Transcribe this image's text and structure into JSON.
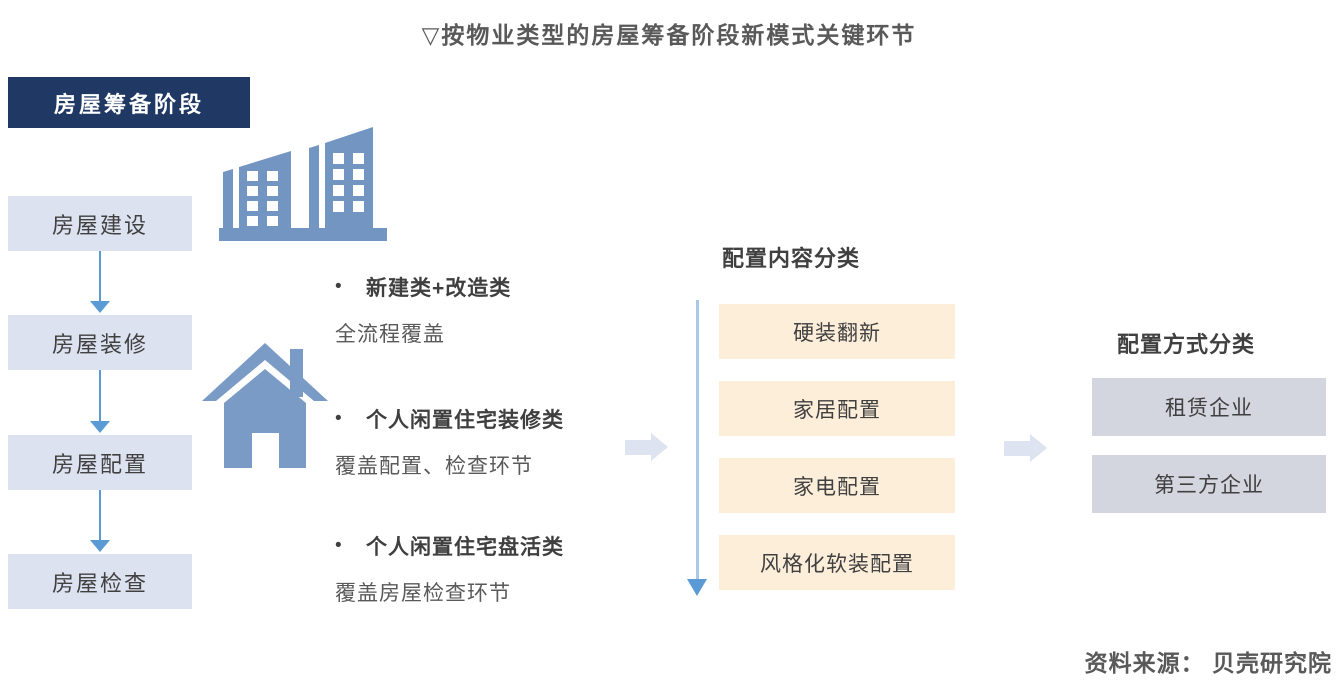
{
  "title": "▽按物业类型的房屋筹备阶段新模式关键环节",
  "bullet_char": "•",
  "stage_column": {
    "header": "房屋筹备阶段",
    "stages": [
      "房屋建设",
      "房屋装修",
      "房屋配置",
      "房屋检查"
    ]
  },
  "property_types": [
    {
      "title": "新建类+改造类",
      "desc": "全流程覆盖"
    },
    {
      "title": "个人闲置住宅装修类",
      "desc": "覆盖配置、检查环节"
    },
    {
      "title": "个人闲置住宅盘活类",
      "desc": "覆盖房屋检查环节"
    }
  ],
  "content_column": {
    "header": "配置内容分类",
    "items": [
      "硬装翻新",
      "家居配置",
      "家电配置",
      "风格化软装配置"
    ]
  },
  "method_column": {
    "header": "配置方式分类",
    "items": [
      "租赁企业",
      "第三方企业"
    ]
  },
  "source": "资料来源： 贝壳研究院",
  "icons": {
    "buildings": "buildings-icon",
    "house": "house-icon",
    "down_arrow": "down-arrow-icon",
    "right_arrow": "right-block-arrow-icon",
    "guide_arrow": "down-guide-arrow-icon"
  },
  "colors": {
    "header_bg": "#1f3864",
    "header_text": "#ffffff",
    "stage_box_bg": "#dde2f0",
    "content_box_bg": "#fdeeda",
    "method_box_bg": "#d3d6df",
    "icon_blue": "#7395c2",
    "arrow_blue": "#5b9bd5",
    "guide_line_blue": "#a9c7e8",
    "block_arrow": "#dde3f1",
    "title_text": "#595959",
    "body_text": "#404040"
  }
}
